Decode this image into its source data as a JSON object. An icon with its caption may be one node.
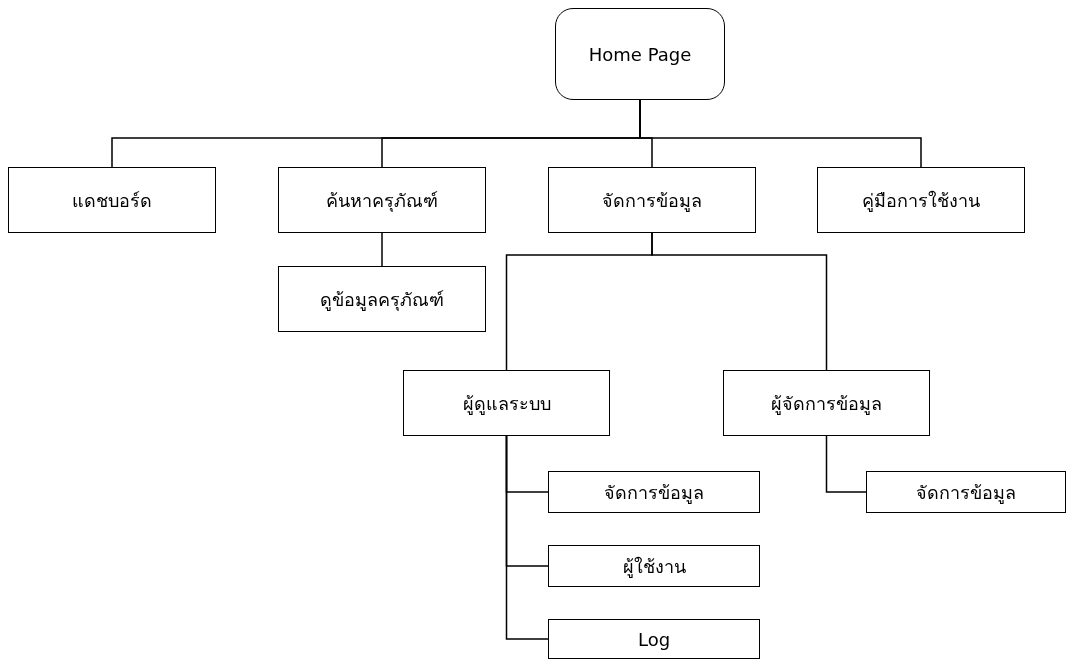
{
  "diagram": {
    "nodes": [
      {
        "text": [
          "Home Page"
        ]
      },
      {
        "text": [
          "แดชบอร์ด"
        ]
      },
      {
        "text": [
          "ค้นหาครุภัณฑ์"
        ]
      },
      {
        "text": [
          "จัดการข้อมูล"
        ]
      },
      {
        "text": [
          "คู่มือการใช้งาน"
        ]
      },
      {
        "text": [
          "ดูข้อมูลครุภัณฑ์"
        ]
      },
      {
        "text": [
          "ผู้ดูแลระบบ"
        ]
      },
      {
        "text": [
          "ผู้จัดการข้อมูล"
        ]
      },
      {
        "text": [
          "จัดการข้อมูล"
        ]
      },
      {
        "text": [
          "ผู้ใช้งาน"
        ]
      },
      {
        "text": [
          "Log"
        ]
      },
      {
        "text": [
          "จัดการข้อมูล"
        ]
      }
    ],
    "edges": [
      {
        "from": 0,
        "to": 1,
        "arrow": "none"
      },
      {
        "from": 0,
        "to": 2,
        "arrow": "none"
      },
      {
        "from": 0,
        "to": 3,
        "arrow": "none"
      },
      {
        "from": 0,
        "to": 4,
        "arrow": "none"
      },
      {
        "from": 2,
        "to": 5,
        "arrow": "none"
      },
      {
        "from": 3,
        "to": 6,
        "arrow": "none"
      },
      {
        "from": 3,
        "to": 7,
        "arrow": "none"
      },
      {
        "from": 6,
        "to": 8,
        "arrow": "none"
      },
      {
        "from": 6,
        "to": 9,
        "arrow": "none"
      },
      {
        "from": 6,
        "to": 10,
        "arrow": "none"
      },
      {
        "from": 7,
        "to": 11,
        "arrow": "none"
      }
    ]
  }
}
